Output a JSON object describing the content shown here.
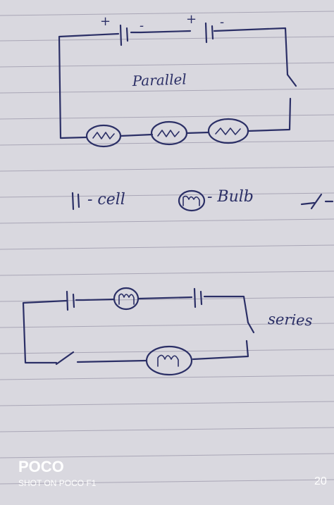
{
  "parallel_circuit": {
    "label": "Parallel",
    "cell_signs": [
      "+",
      "-",
      "+",
      "-"
    ]
  },
  "legend": {
    "cell_label": "- cell",
    "bulb_label": "- Bulb"
  },
  "series_circuit": {
    "label": "series"
  },
  "watermark": {
    "brand": "POCO",
    "caption": "SHOT ON POCO F1",
    "corner_number": "20"
  },
  "colors": {
    "paper": "#d9d8df",
    "ruled_lines": "#a9a6b6",
    "ink": "#2b2f66",
    "watermark": "#ffffff"
  }
}
